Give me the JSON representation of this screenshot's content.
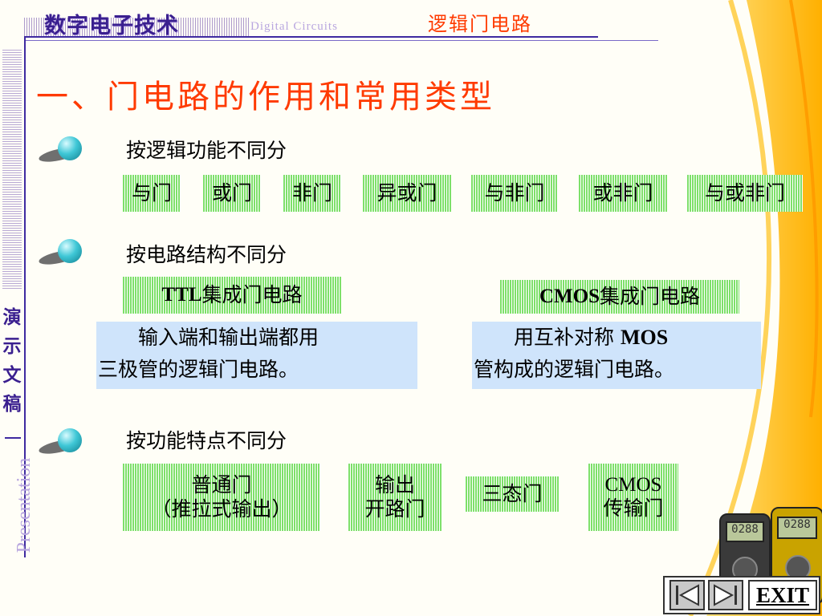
{
  "header": {
    "course_title": "数字电子技术",
    "course_subtitle": "Digital  Circuits",
    "chapter_topic": "逻辑门电路"
  },
  "sidebar": {
    "vertical_chars": [
      "演",
      "示",
      "文",
      "稿"
    ],
    "vertical_english": "Presentation"
  },
  "slide": {
    "title": "一、门电路的作用和常用类型",
    "sections": [
      {
        "label": "按逻辑功能不同分",
        "items": [
          "与门",
          "或门",
          "非门",
          "异或门",
          "与非门",
          "或非门",
          "与或非门"
        ]
      },
      {
        "label": "按电路结构不同分",
        "items": [
          {
            "prefix": "TTL",
            "suffix": "集成门电路",
            "description": "　　输入端和输出端都用\n三极管的逻辑门电路。"
          },
          {
            "prefix": "CMOS",
            "suffix": " 集成门电路",
            "description_a": "　　用互补对称 ",
            "description_mos": "MOS",
            "description_b": "\n管构成的逻辑门电路。"
          }
        ]
      },
      {
        "label": "按功能特点不同分",
        "items": [
          "普通门\n（推拉式输出）",
          "输出\n开路门",
          "三态门",
          "CMOS\n传输门"
        ]
      }
    ]
  },
  "meters": {
    "left_display": "0288",
    "right_display": "0288"
  },
  "nav": {
    "exit_label": "EXIT"
  },
  "colors": {
    "accent_orange": "#ff3a00",
    "header_purple": "#3a1f8f",
    "box_green": "#7ee06a",
    "box_blue": "#cfe4fb"
  }
}
